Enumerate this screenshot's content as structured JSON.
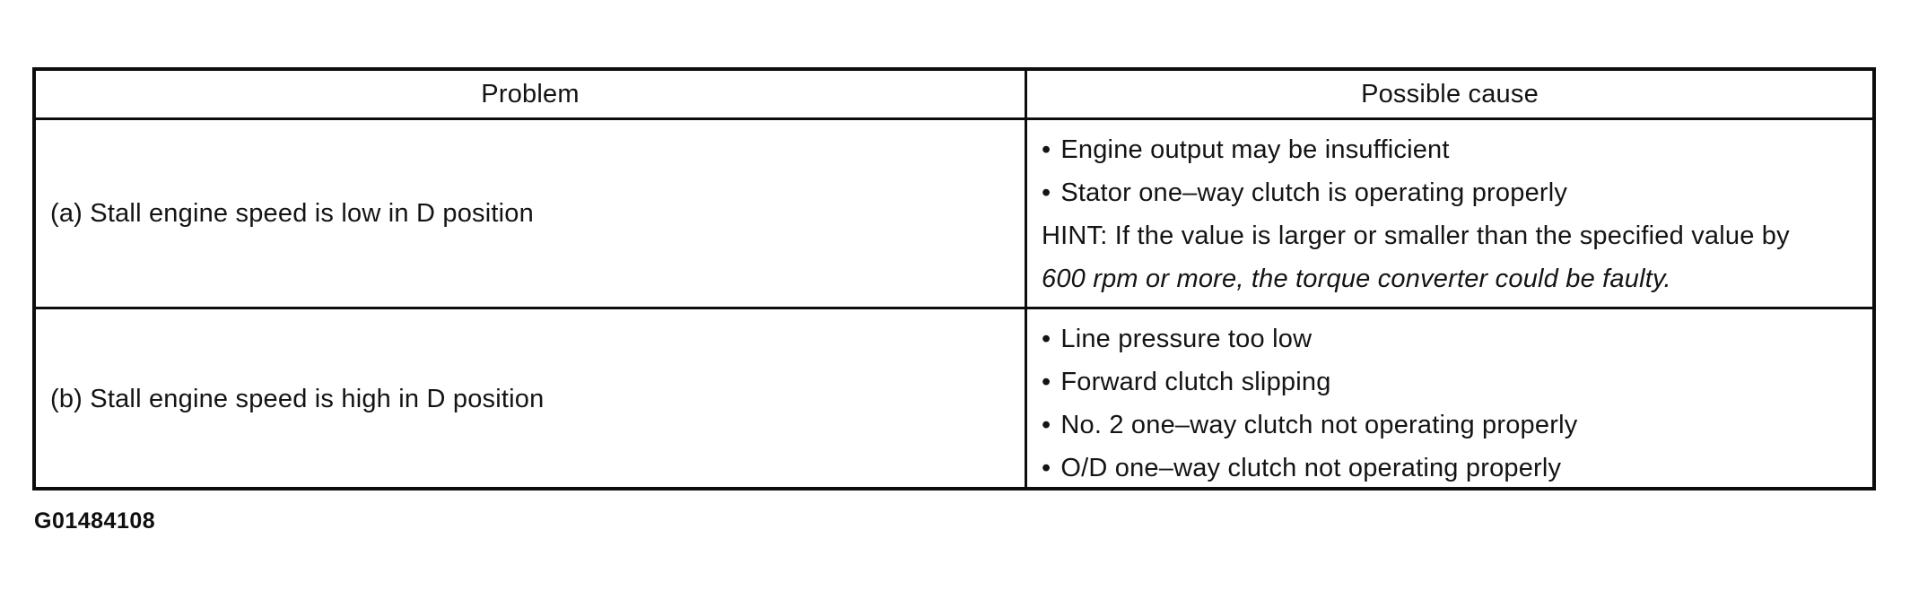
{
  "page": {
    "background_color": "#ffffff",
    "ink_color": "#141414"
  },
  "table": {
    "bullet_glyph": "•",
    "header": {
      "problem": "Problem",
      "possible_cause": "Possible cause"
    },
    "rows": [
      {
        "problem": "(a) Stall engine speed is low in D position",
        "causes": [
          "Engine output may be insufficient",
          "Stator one–way clutch is operating properly"
        ],
        "hint_line1": "HINT: If the value is larger or smaller than the specified value by",
        "hint_line2": "600 rpm or more, the torque converter could be faulty."
      },
      {
        "problem": "(b) Stall engine speed is high in D position",
        "causes": [
          "Line pressure too low",
          "Forward clutch slipping",
          "No. 2 one–way clutch not operating properly",
          "O/D one–way clutch not operating properly"
        ]
      }
    ]
  },
  "footer": {
    "figure_code": "G01484108"
  }
}
